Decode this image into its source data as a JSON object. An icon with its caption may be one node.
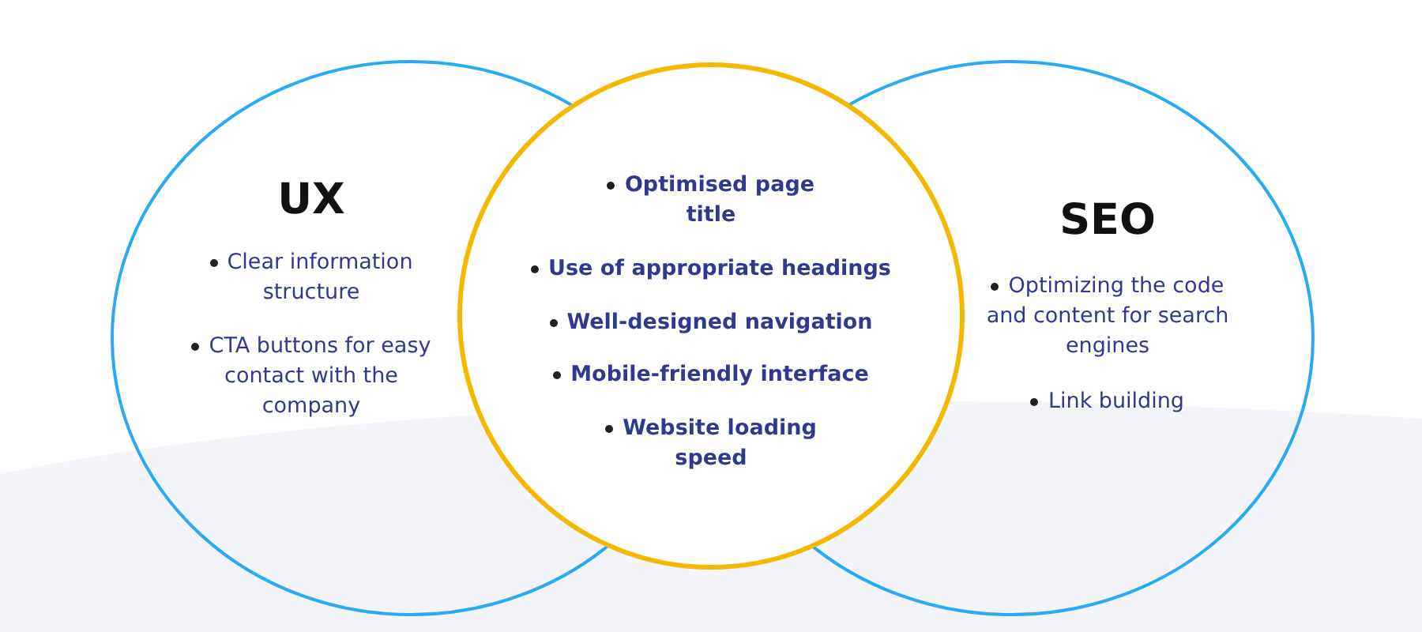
{
  "diagram": {
    "nodes": [
      {
        "text": [
          "UX",
          "Clear information structure",
          "CTA buttons for easy contact with the company"
        ]
      },
      {
        "text": [
          "Optimised page title",
          "Use of appropriate headings",
          "Well-designed navigation",
          "Mobile-friendly interface",
          "Website loading speed"
        ]
      },
      {
        "text": [
          "SEO",
          "Optimizing the code and content for search engines",
          "Link building"
        ]
      }
    ]
  }
}
